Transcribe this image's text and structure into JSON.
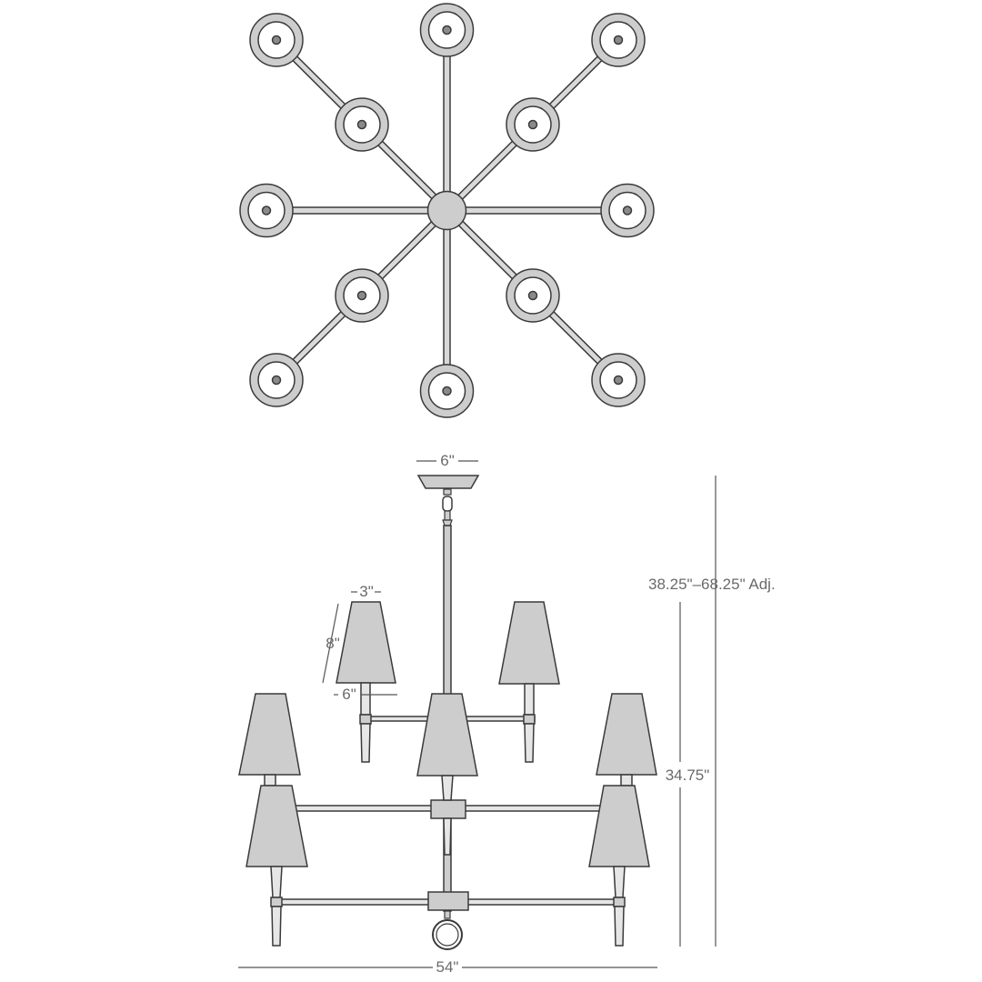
{
  "dimensions": {
    "canopy_width": "6\"",
    "shade_top_width": "3\"",
    "shade_height": "8\"",
    "shade_bottom_width": "6\"",
    "overall_height_adj": "38.25\"–68.25\" Adj.",
    "fixture_height": "34.75\"",
    "overall_width": "54\""
  },
  "colors": {
    "line": "#3a3a3a",
    "fill": "#cdcdcd",
    "text": "#6a6a6a"
  }
}
